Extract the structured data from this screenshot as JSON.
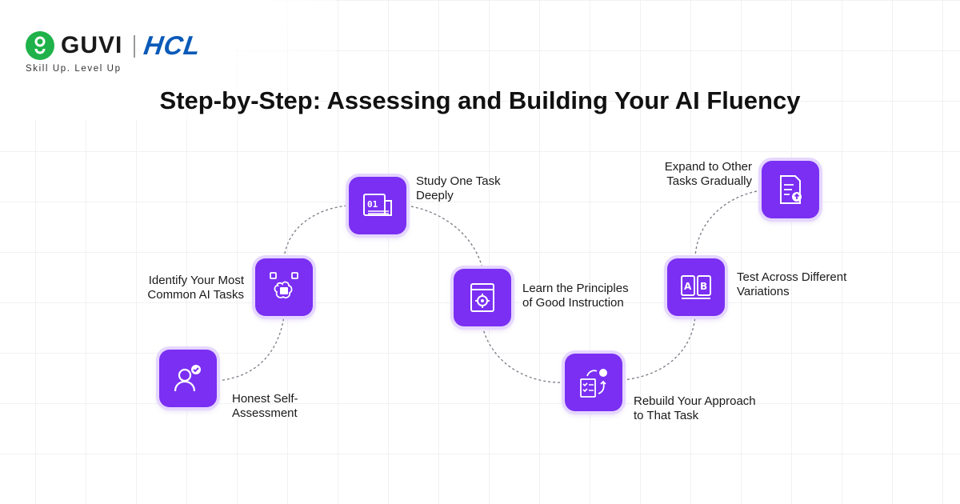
{
  "brand": {
    "guvi": "GUVI",
    "hcl": "HCL",
    "tagline": "Skill Up. Level Up"
  },
  "title": "Step-by-Step: Assessing and Building Your AI Fluency",
  "colors": {
    "node_fill": "#7a2ff2",
    "node_ring": "#e5d6ff",
    "guvi_green": "#1fb24a",
    "hcl_blue": "#0a5ab8"
  },
  "steps": [
    {
      "label": "Honest Self-\nAssessment",
      "icon": "person-check-icon"
    },
    {
      "label": "Identify Your Most\nCommon AI Tasks",
      "icon": "brain-chip-icon"
    },
    {
      "label": "Study One Task\nDeeply",
      "icon": "document-study-icon"
    },
    {
      "label": "Learn the Principles\nof Good Instruction",
      "icon": "gear-document-icon"
    },
    {
      "label": "Rebuild Your Approach\nto That Task",
      "icon": "checklist-rebuild-icon"
    },
    {
      "label": "Test Across Different\nVariations",
      "icon": "ab-test-icon"
    },
    {
      "label": "Expand to Other\nTasks Gradually",
      "icon": "list-upload-icon"
    }
  ]
}
